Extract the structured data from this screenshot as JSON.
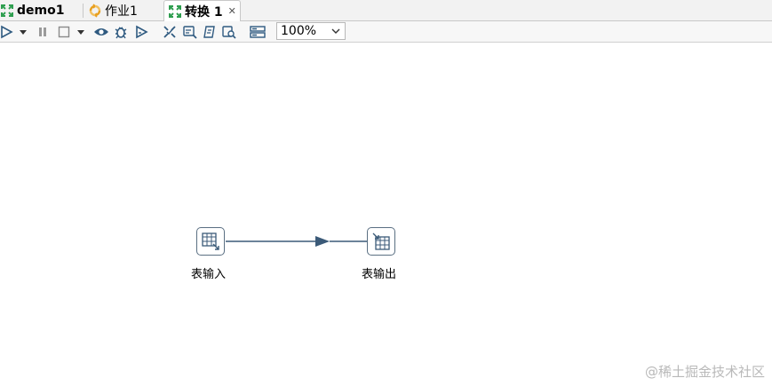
{
  "tabs": [
    {
      "label": "demo1",
      "icon": "transformation-icon",
      "active": false
    },
    {
      "label": "作业1",
      "icon": "job-icon",
      "active": false
    },
    {
      "label": "转换 1",
      "icon": "transformation-icon",
      "active": true
    }
  ],
  "toolbar": {
    "zoom_value": "100%"
  },
  "canvas": {
    "steps": [
      {
        "label": "表输入",
        "icon": "table-input-icon"
      },
      {
        "label": "表输出",
        "icon": "table-output-icon"
      }
    ]
  },
  "watermark": "@稀土掘金技术社区",
  "colors": {
    "accent_green": "#2e9e4f",
    "job_orange": "#e8a020",
    "hop_color": "#3b5a78"
  }
}
